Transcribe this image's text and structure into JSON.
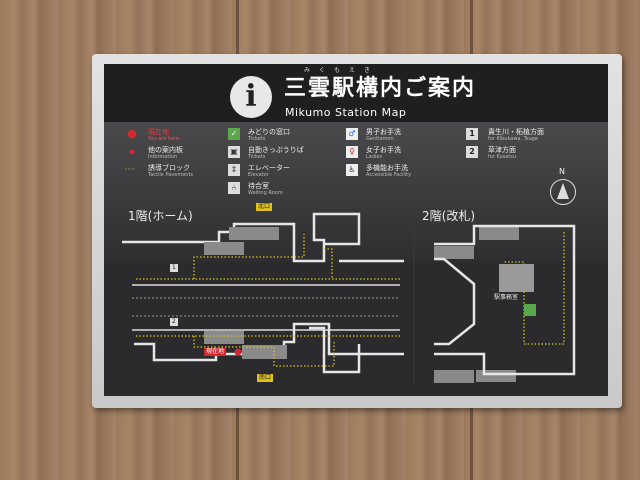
{
  "title": "三雲駅構内ご案内",
  "title_ruby": "みくもえき",
  "subtitle": "Mikumo Station Map",
  "legend": [
    {
      "icon": "current-location-dot",
      "ja": "現在地",
      "en": "You are here"
    },
    {
      "icon": "information-board-dot",
      "ja": "他の案内板",
      "en": "Information"
    },
    {
      "icon": "tactile-paving-dots",
      "ja": "誘導ブロック",
      "en": "Tactile Pavements"
    },
    {
      "icon": "ticket-office-icon",
      "ja": "みどりの窓口",
      "en": "Tickets"
    },
    {
      "icon": "ticket-machine-icon",
      "ja": "自動きっぷうりば",
      "en": "Tickets"
    },
    {
      "icon": "elevator-icon",
      "ja": "エレベーター",
      "en": "Elevator"
    },
    {
      "icon": "waiting-room-icon",
      "ja": "待合室",
      "en": "Waiting Room"
    },
    {
      "icon": "mens-toilet-icon",
      "ja": "男子お手洗",
      "en": "Gentlemen"
    },
    {
      "icon": "womens-toilet-icon",
      "ja": "女子お手洗",
      "en": "Ladies"
    },
    {
      "icon": "accessible-toilet-icon",
      "ja": "多機能お手洗",
      "en": "Accessible Facility"
    },
    {
      "num": "1",
      "ja": "貴生川・柘植方面",
      "en": "for Kibukawa, Tsuge"
    },
    {
      "num": "2",
      "ja": "草津方面",
      "en": "for Kusatsu"
    }
  ],
  "compass": "N",
  "floors": {
    "f1": "1階(ホーム)",
    "f2": "2階(改札)"
  },
  "map": {
    "north_exit": "北口",
    "south_exit": "南口",
    "here": "現在地",
    "office": "駅事務室",
    "track1": "1",
    "track2": "2"
  },
  "colors": {
    "panel": "#2b2b2d",
    "tactile": "#e0c21a",
    "here": "#d7282f",
    "ticket": "#4caf50"
  }
}
